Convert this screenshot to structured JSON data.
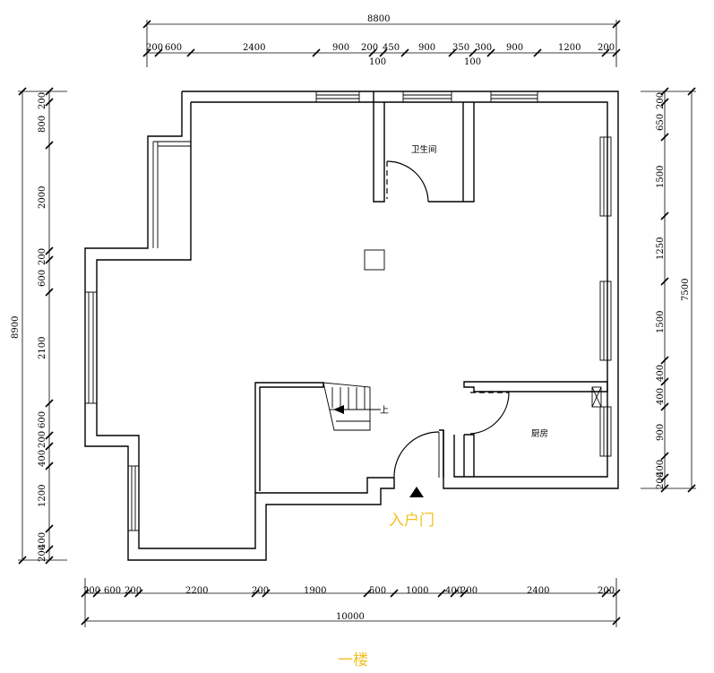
{
  "title": "一楼",
  "entrance_label": "入户门",
  "rooms": {
    "bathroom": "卫生间",
    "kitchen": "厨房",
    "stair_up": "上"
  },
  "dims_top": {
    "total": "8800",
    "segments": [
      "200",
      "600",
      "2400",
      "900",
      "200",
      "450",
      "900",
      "350",
      "300",
      "900",
      "1200",
      "200"
    ],
    "sub": [
      "100",
      "100"
    ]
  },
  "dims_bottom": {
    "total": "10000",
    "segments": [
      "200",
      "600",
      "200",
      "2200",
      "200",
      "1900",
      "500",
      "1000",
      "400",
      "200",
      "2400",
      "200"
    ]
  },
  "dims_left": {
    "total": "8900",
    "segments": [
      "200",
      "800",
      "2000",
      "200",
      "600",
      "2100",
      "600",
      "200",
      "400",
      "1200",
      "400",
      "200"
    ]
  },
  "dims_right": {
    "total": "7500",
    "segments": [
      "200",
      "650",
      "1500",
      "1250",
      "1500",
      "400",
      "400",
      "900",
      "400",
      "200"
    ]
  },
  "colors": {
    "annotation": "#f2c023",
    "lines": "#000000"
  }
}
